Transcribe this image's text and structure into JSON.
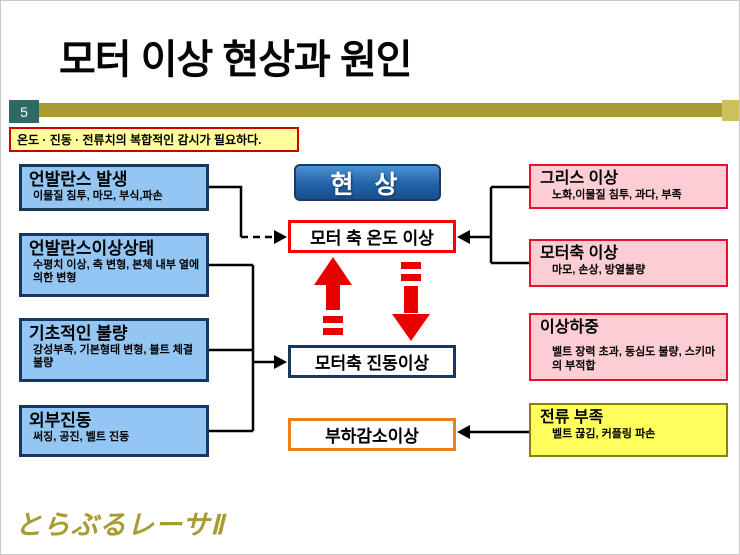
{
  "slide": {
    "title": "모터 이상 현상과 원인",
    "page_number": "5",
    "note": "온도 · 진동 · 전류치의 복합적인 감시가 필요하다.",
    "logo": "とらぶるレーサⅡ"
  },
  "phenomenon_header": "현 상",
  "left_causes": [
    {
      "title": "언발란스 발생",
      "desc": "이물질 침투, 마모, 부식,파손"
    },
    {
      "title": "언발란스이상상태",
      "desc": "수평치 이상, 축 변형, 본체 내부 열에 의한 변형"
    },
    {
      "title": "기초적인 불량",
      "desc": "강성부족, 기본형태 변형, 볼트 체결 불량"
    },
    {
      "title": "외부진동",
      "desc": "써징, 공진, 벨트 진동"
    }
  ],
  "phenomena": [
    {
      "label": "모터 축 온도 이상",
      "border_color": "#ff0000"
    },
    {
      "label": "모터축 진동이상",
      "border_color": "#17375e"
    },
    {
      "label": "부하감소이상",
      "border_color": "#e8821e"
    }
  ],
  "right_causes": [
    {
      "title": "그리스 이상",
      "desc": "노화,이물질 침투, 과다, 부족",
      "bg_color": "#fccdd3",
      "border_color": "#e8112d"
    },
    {
      "title": "모터축 이상",
      "desc": "마모, 손상, 방열불량",
      "bg_color": "#fccdd3",
      "border_color": "#e8112d"
    },
    {
      "title": "이상하중",
      "desc": "벨트 장력 초과, 동심도 불량, 스키마의 부적합",
      "bg_color": "#fccdd3",
      "border_color": "#e8112d"
    },
    {
      "title": "전류 부족",
      "desc": "벨트 끊김, 커플링 파손",
      "bg_color": "#ffff5e",
      "border_color": "#8b8000"
    }
  ],
  "colors": {
    "accent_bar": "#a89b31",
    "accent_bar_end": "#cdc05c",
    "page_box": "#2e6a63",
    "note_bg": "#ffff9e",
    "note_border": "#cc0000",
    "header_blue": "#2264a8",
    "left_box_bg": "#93c6f2",
    "left_box_border": "#17375e",
    "red_arrow": "#e80000",
    "connector": "#000000",
    "logo_color": "#a89b31"
  }
}
